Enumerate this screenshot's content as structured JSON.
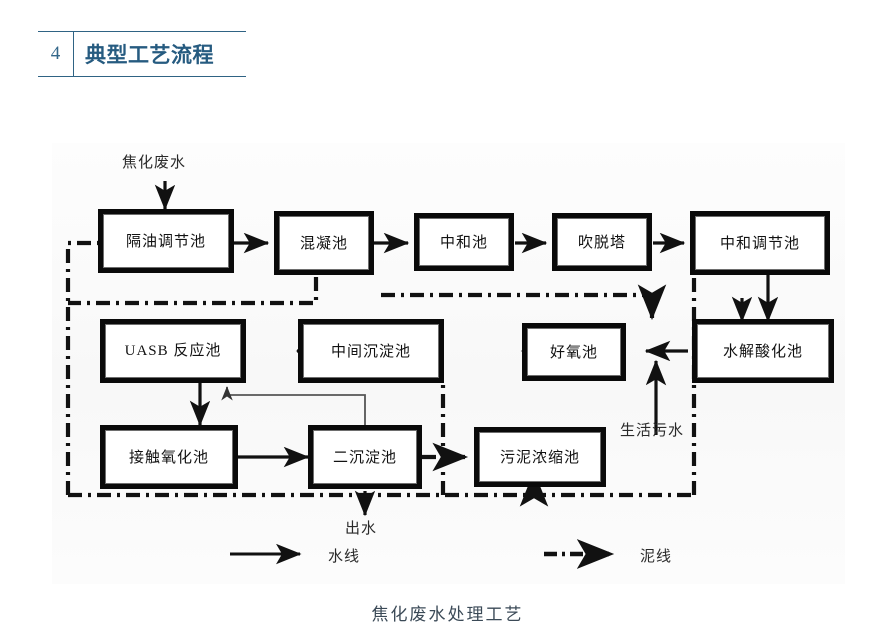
{
  "header": {
    "number": "4",
    "title": "典型工艺流程",
    "accent_color": "#2f6384"
  },
  "caption": "焦化废水处理工艺",
  "diagram": {
    "nodes": [
      {
        "id": "n1",
        "label": "隔油调节池",
        "row": 1
      },
      {
        "id": "n2",
        "label": "混凝池",
        "row": 1
      },
      {
        "id": "n3",
        "label": "中和池",
        "row": 1
      },
      {
        "id": "n4",
        "label": "吹脱塔",
        "row": 1
      },
      {
        "id": "n5",
        "label": "中和调节池",
        "row": 1
      },
      {
        "id": "n6",
        "label": "UASB 反应池",
        "row": 2
      },
      {
        "id": "n7",
        "label": "中间沉淀池",
        "row": 2
      },
      {
        "id": "n8",
        "label": "好氧池",
        "row": 2
      },
      {
        "id": "n9",
        "label": "水解酸化池",
        "row": 2
      },
      {
        "id": "n10",
        "label": "接触氧化池",
        "row": 3
      },
      {
        "id": "n11",
        "label": "二沉淀池",
        "row": 3
      },
      {
        "id": "n12",
        "label": "污泥浓缩池",
        "row": 3
      }
    ],
    "free_labels": [
      {
        "id": "inlet",
        "text": "焦化废水"
      },
      {
        "id": "domestic",
        "text": "生活污水"
      },
      {
        "id": "effluent",
        "text": "出水"
      }
    ],
    "legend": [
      {
        "id": "water-line",
        "text": "水线",
        "style": "solid"
      },
      {
        "id": "sludge-line",
        "text": "泥线",
        "style": "dash-dot"
      }
    ],
    "colors": {
      "box_border": "#0a0a0a",
      "box_fill": "#ffffff",
      "line": "#111111",
      "background": "#fbfbfb"
    }
  },
  "chart_data": {
    "type": "diagram",
    "title": "焦化废水处理工艺",
    "water_line_flow": [
      "焦化废水",
      "隔油调节池",
      "混凝池",
      "中和池",
      "吹脱塔",
      "中和调节池",
      "水解酸化池",
      "好氧池",
      "中间沉淀池",
      "UASB 反应池",
      "接触氧化池",
      "二沉淀池",
      "出水"
    ],
    "sludge_line_flow": [
      "二沉淀池",
      "污泥浓缩池",
      "隔油调节池"
    ],
    "side_inputs": [
      {
        "from": "生活污水",
        "to": "好氧池"
      }
    ],
    "recycle": [
      {
        "from": "二沉淀池",
        "to": "UASB 反应池"
      }
    ]
  }
}
